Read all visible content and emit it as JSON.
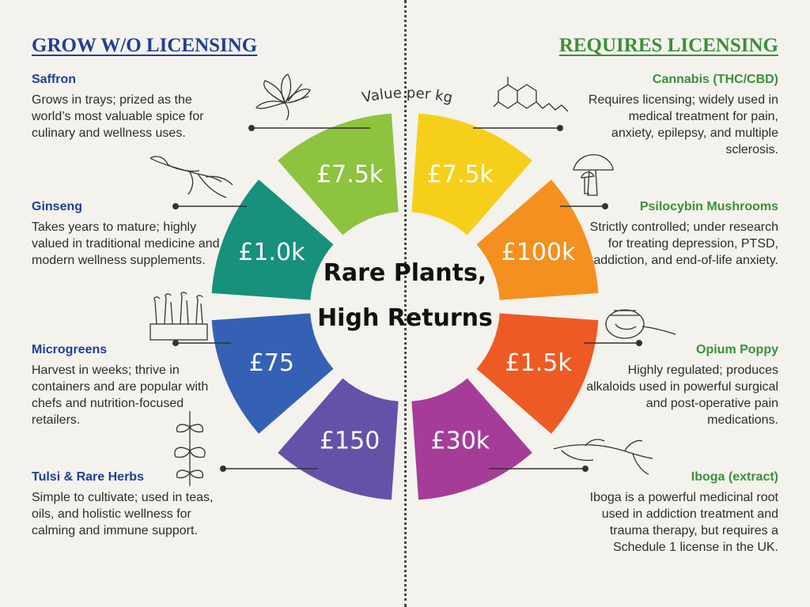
{
  "left_heading": "GROW W/O LICENSING",
  "right_heading": "REQUIRES LICENSING",
  "center_title_line1": "Rare Plants,",
  "center_title_line2": "High Returns",
  "arc_label": "Value per kg",
  "segments": [
    {
      "value": "£7.5k",
      "color": "#8dc33f"
    },
    {
      "value": "£7.5k",
      "color": "#f6cf1a"
    },
    {
      "value": "£100k",
      "color": "#f3901f"
    },
    {
      "value": "£1.5k",
      "color": "#ee5a24"
    },
    {
      "value": "£30k",
      "color": "#a53d98"
    },
    {
      "value": "£150",
      "color": "#6451a8"
    },
    {
      "value": "£75",
      "color": "#3561b4"
    },
    {
      "value": "£1.0k",
      "color": "#17907c"
    }
  ],
  "left_items": [
    {
      "name": "Saffron",
      "desc": "Grows in trays; prized as the world’s most valuable spice for culinary and wellness uses.",
      "icon": "saffron-flower-icon"
    },
    {
      "name": "Ginseng",
      "desc": "Takes years to mature; highly valued in traditional medicine and modern wellness supplements.",
      "icon": "ginseng-root-icon"
    },
    {
      "name": "Microgreens",
      "desc": "Harvest in weeks; thrive in containers and are popular with chefs and nutrition-focused retailers.",
      "icon": "microgreens-tray-icon"
    },
    {
      "name": "Tulsi & Rare Herbs",
      "desc": "Simple to cultivate; used in teas, oils, and holistic wellness for calming and immune support.",
      "icon": "herb-sprig-icon"
    }
  ],
  "right_items": [
    {
      "name": "Cannabis (THC/CBD)",
      "desc": "Requires licensing; widely used in medical treatment for pain, anxiety, epilepsy, and multiple sclerosis.",
      "icon": "thc-molecule-icon"
    },
    {
      "name": "Psilocybin Mushrooms",
      "desc": "Strictly controlled; under research for treating depression, PTSD, addiction, and end-of-life anxiety.",
      "icon": "mushroom-icon"
    },
    {
      "name": "Opium Poppy",
      "desc": "Highly regulated; produces alkaloids used in powerful surgical and post-operative pain medications.",
      "icon": "poppy-pod-icon"
    },
    {
      "name": "Iboga (extract)",
      "desc": "Iboga is a powerful medicinal root used in addiction treatment and trauma therapy, but requires a Schedule 1 license in the UK.",
      "icon": "iboga-root-icon"
    }
  ]
}
